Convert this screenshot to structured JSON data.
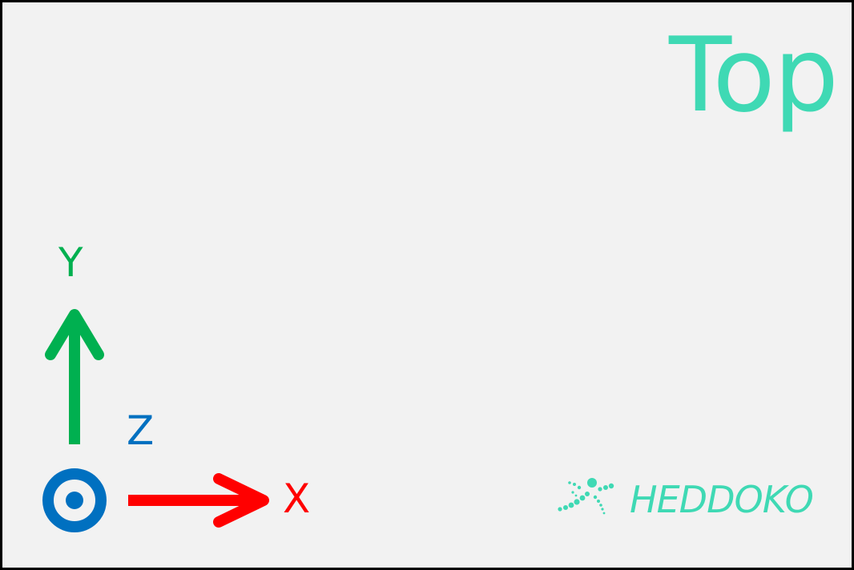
{
  "view": {
    "label": "Top"
  },
  "axes": {
    "y": {
      "label": "Y",
      "color": "#00b050"
    },
    "z": {
      "label": "Z",
      "color": "#0070c0",
      "direction": "out-of-page"
    },
    "x": {
      "label": "X",
      "color": "#ff0000"
    }
  },
  "brand": {
    "name": "HEDDOKO",
    "color": "#3fd9b4"
  },
  "colors": {
    "background": "#f2f2f2",
    "border": "#000000"
  }
}
